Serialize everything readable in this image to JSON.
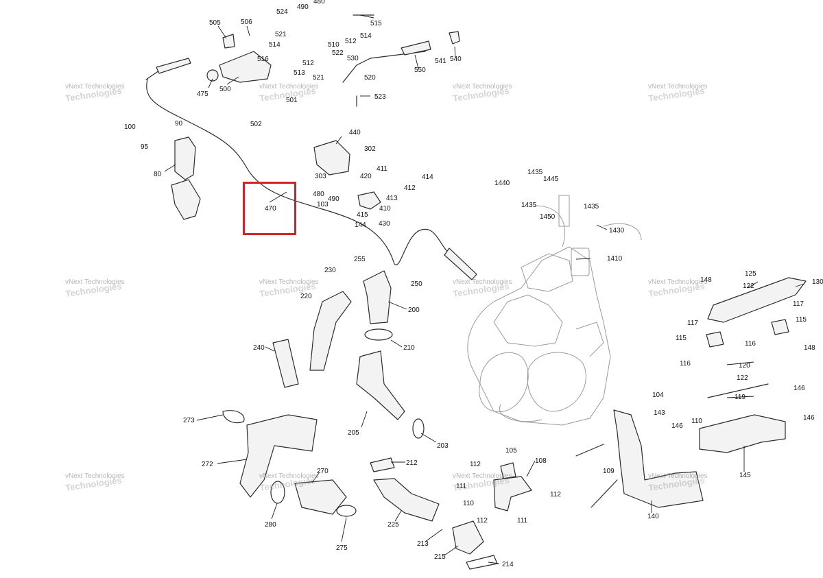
{
  "watermark": {
    "line1": "vNext Technologies",
    "line2": "Technologies"
  },
  "highlighted_part": "470",
  "colors": {
    "highlight": "#d42027",
    "line": "#2b2b2b",
    "engine": "#9a9a9a"
  },
  "labels": [
    "505",
    "506",
    "524",
    "490",
    "480",
    "515",
    "514",
    "521",
    "512",
    "510",
    "522",
    "530",
    "516",
    "514",
    "512",
    "513",
    "521",
    "520",
    "550",
    "541",
    "540",
    "475",
    "500",
    "501",
    "502",
    "523",
    "100",
    "95",
    "90",
    "80",
    "440",
    "302",
    "303",
    "420",
    "411",
    "414",
    "412",
    "413",
    "480",
    "490",
    "410",
    "103",
    "415",
    "144",
    "430",
    "470",
    "1440",
    "1435",
    "1445",
    "1435",
    "1450",
    "1435",
    "1430",
    "1410",
    "255",
    "230",
    "250",
    "220",
    "200",
    "240",
    "210",
    "205",
    "203",
    "148",
    "125",
    "130",
    "122",
    "117",
    "117",
    "115",
    "115",
    "148",
    "116",
    "116",
    "120",
    "122",
    "119",
    "146",
    "146",
    "104",
    "143",
    "110",
    "146",
    "145",
    "273",
    "272",
    "270",
    "280",
    "275",
    "212",
    "225",
    "213",
    "215",
    "214",
    "112",
    "105",
    "108",
    "111",
    "112",
    "110",
    "112",
    "111",
    "109",
    "140"
  ]
}
